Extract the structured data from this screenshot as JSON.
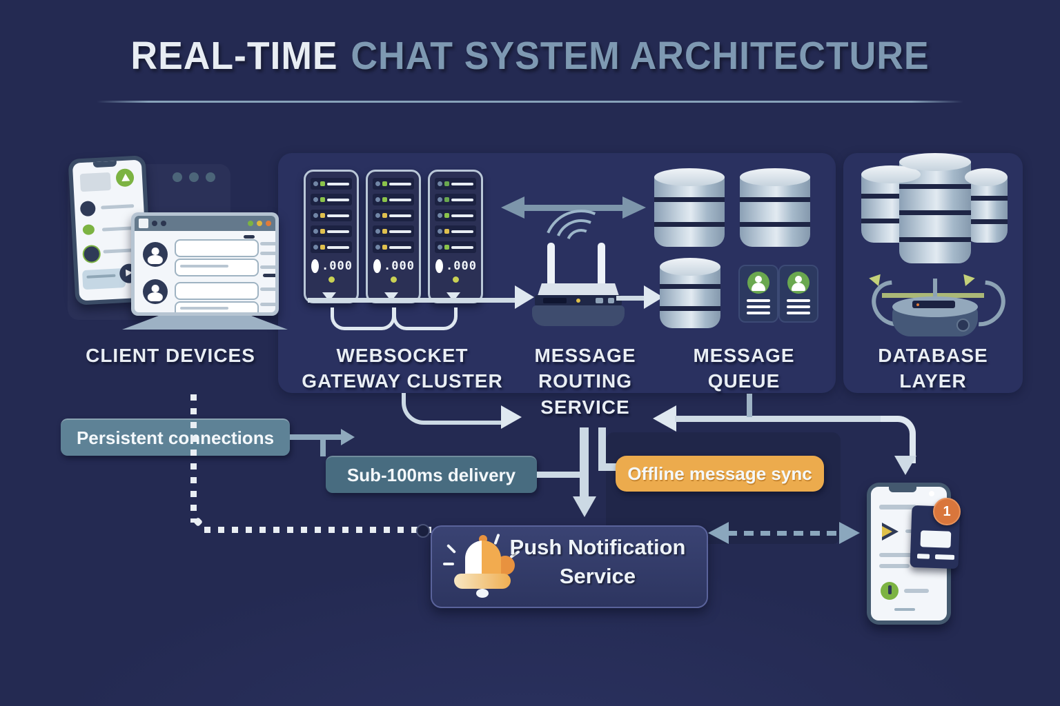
{
  "title": {
    "highlight": "REAL-TIME",
    "rest": "CHAT SYSTEM ARCHITECTURE"
  },
  "nodes": {
    "client_devices": {
      "label": "CLIENT DEVICES"
    },
    "websocket_gateway": {
      "lines": [
        "WEBSOCKET",
        "GATEWAY CLUSTER"
      ],
      "server_display": ".000",
      "server_count": 3
    },
    "message_routing": {
      "lines": [
        "MESSAGE",
        "ROUTING",
        "SERVICE"
      ]
    },
    "message_queue": {
      "lines": [
        "MESSAGE",
        "QUEUE"
      ]
    },
    "database_layer": {
      "lines": [
        "DATABASE",
        "LAYER"
      ]
    },
    "push_notification": {
      "lines": [
        "Push Notification",
        "Service"
      ]
    },
    "mobile_phone": {
      "badge": "1"
    }
  },
  "annotations": {
    "persistent_connections": "Persistent connections",
    "sub_100ms": "Sub-100ms delivery",
    "offline_sync": "Offline message sync"
  },
  "icons": [
    "phone-icon",
    "laptop-icon",
    "server-rack-icon",
    "router-icon",
    "wifi-arcs-icon",
    "database-cylinder-icon",
    "user-card-icon",
    "sync-arrows-icon",
    "disk-drive-icon",
    "bell-icon",
    "notification-badge",
    "send-triangle-icon"
  ],
  "colors": {
    "background": "#242a52",
    "panel": "#2a3160",
    "arrow_light": "#cfdbe5",
    "arrow_muted": "#7d96ab",
    "chip_teal": "#5e8296",
    "chip_dark_teal": "#486c80",
    "chip_orange": "#ecab4d",
    "badge_orange": "#d9763c",
    "avatar_green": "#6aa84f",
    "title_accent": "#7e99b2",
    "led_yellow": "#c9d154"
  }
}
